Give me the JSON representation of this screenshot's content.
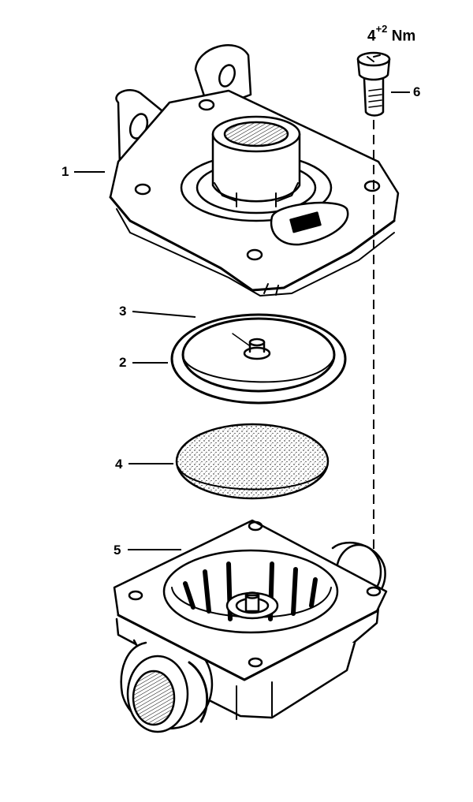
{
  "torque": {
    "value": "4",
    "tolerance": "+2",
    "unit": "Nm"
  },
  "labels": {
    "part1": "1",
    "part2": "2",
    "part3": "3",
    "part4": "4",
    "part5": "5",
    "part6": "6"
  }
}
